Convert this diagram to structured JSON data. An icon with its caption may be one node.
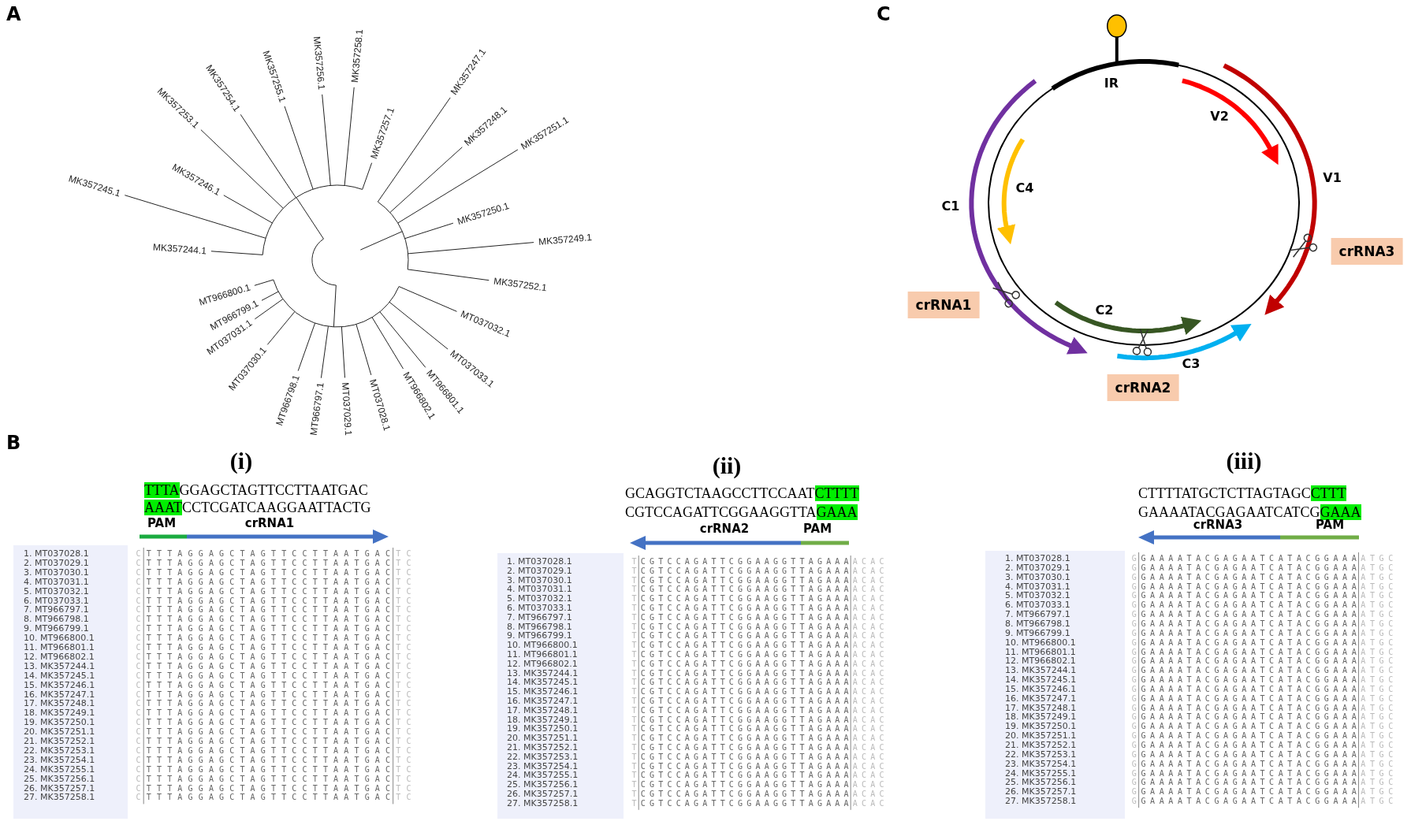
{
  "diagram": {
    "nodes": [
      {
        "text": [
          "crRNA3"
        ]
      },
      {
        "text": [
          "crRNA1"
        ]
      },
      {
        "text": [
          "crRNA2"
        ]
      }
    ],
    "labels": [
      "A",
      "MK357245.1",
      "MK357253.1",
      "MK357254.1",
      "MK357255.1",
      "MK357256.1",
      "MK357258.1",
      "MK357257.1",
      "MK357246.1",
      "MK357244.1",
      "MK357247.1",
      "MK357248.1",
      "MK357251.1",
      "MK357250.1",
      "MK357249.1",
      "MK357252.1",
      "MT966800.1",
      "MT966799.1",
      "MT037031.1",
      "MT037030.1",
      "MT966798.1",
      "MT966797.1",
      "MT037029.1",
      "MT037028.1",
      "MT966802.1",
      "MT966801.1",
      "MT037033.1",
      "MT037032.1",
      "C",
      "IR",
      "V2",
      "V1",
      "C1",
      "C4",
      "C2",
      "C3",
      "B",
      "(i)",
      "TTTAGGAGCTAGTTCCTTAATGAC",
      "AAATCCTCGATCAAGGAATTACTG",
      "PAM",
      "crRNA1",
      "1. MT037028.1",
      "C",
      "TTTAGGAGCTAGTTCCTTAATGAC",
      "TC",
      "2. MT037029.1",
      "C",
      "TTTAGGAGCTAGTTCCTTAATGAC",
      "TC",
      "3. MT037030.1",
      "C",
      "TTTAGGAGCTAGTTCCTTAATGAC",
      "TC",
      "4. MT037031.1",
      "C",
      "TTTAGGAGCTAGTTCCTTAATGAC",
      "TC",
      "5. MT037032.1",
      "C",
      "TTTAGGAGCTAGTTCCTTAATGAC",
      "TC",
      "6. MT037033.1",
      "C",
      "TTTAGGAGCTAGTTCCTTAATGAC",
      "TC",
      "7. MT966797.1",
      "C",
      "TTTAGGAGCTAGTTCCTTAATGAC",
      "TC",
      "8. MT966798.1",
      "C",
      "TTTAGGAGCTAGTTCCTTAATGAC",
      "TC",
      "9. MT966799.1",
      "C",
      "TTTAGGAGCTAGTTCCTTAATGAC",
      "TC",
      "10. MT966800.1",
      "C",
      "TTTAGGAGCTAGTTCCTTAATGAC",
      "TC",
      "11. MT966801.1",
      "C",
      "TTTAGGAGCTAGTTCCTTAATGAC",
      "TC",
      "12. MT966802.1",
      "C",
      "TTTAGGAGCTAGTTCCTTAATGAC",
      "TC",
      "13. MK357244.1",
      "C",
      "TTTAGGAGCTAGTTCCTTAATGAC",
      "TC",
      "14. MK357245.1",
      "C",
      "TTTAGGAGCTAGTTCCTTAATGAC",
      "TC",
      "15. MK357246.1",
      "C",
      "TTTAGGAGCTAGTTCCTTAATGAC",
      "TC",
      "16. MK357247.1",
      "C",
      "TTTAGGAGCTAGTTCCTTAATGAC",
      "TC",
      "17. MK357248.1",
      "C",
      "TTTAGGAGCTAGTTCCTTAATGAC",
      "TC",
      "18. MK357249.1",
      "C",
      "TTTAGGAGCTAGTTCCTTAATGAC",
      "TC",
      "19. MK357250.1",
      "C",
      "TTTAGGAGCTAGTTCCTTAATGAC",
      "TC",
      "20. MK357251.1",
      "C",
      "TTTAGGAGCTAGTTCCTTAATGAC",
      "TC",
      "21. MK357252.1",
      "C",
      "TTTAGGAGCTAGTTCCTTAATGAC",
      "TC",
      "22. MK357253.1",
      "C",
      "TTTAGGAGCTAGTTCCTTAATGAC",
      "TC",
      "23. MK357254.1",
      "C",
      "TTTAGGAGCTAGTTCCTTAATGAC",
      "TC",
      "24. MK357255.1",
      "C",
      "TTTAGGAGCTAGTTCCTTAATGAC",
      "TC",
      "25. MK357256.1",
      "C",
      "TTTAGGAGCTAGTTCCTTAATGAC",
      "TC",
      "26. MK357257.1",
      "C",
      "TTTAGGAGCTAGTTCCTTAATGAC",
      "TC",
      "27. MK357258.1",
      "C",
      "TTTAGGAGCTAGTTCCTTAATGAC",
      "TC",
      "(ii)",
      "GCAGGTCTAAGCCTTCCAATCTTTT",
      "CGTCCAGATTCGGAAGGTTAGAAA",
      "crRNA2",
      "PAM",
      "1. MT037028.1",
      "T",
      "CGTCCAGATTCGGAAGGTTAGAAA",
      "ACAC",
      "2. MT037029.1",
      "T",
      "CGTCCAGATTCGGAAGGTTAGAAA",
      "ACAC",
      "3. MT037030.1",
      "T",
      "CGTCCAGATTCGGAAGGTTAGAAA",
      "ACAC",
      "4. MT037031.1",
      "T",
      "CGTCCAGATTCGGAAGGTTAGAAA",
      "ACAC",
      "5. MT037032.1",
      "T",
      "CGTCCAGATTCGGAAGGTTAGAAA",
      "ACAC",
      "6. MT037033.1",
      "T",
      "CGTCCAGATTCGGAAGGTTAGAAA",
      "ACAC",
      "7. MT966797.1",
      "T",
      "CGTCCAGATTCGGAAGGTTAGAAA",
      "ACAC",
      "8. MT966798.1",
      "T",
      "CGTCCAGATTCGGAAGGTTAGAAA",
      "ACAC",
      "9. MT966799.1",
      "T",
      "CGTCCAGATTCGGAAGGTTAGAAA",
      "ACAC",
      "10. MT966800.1",
      "T",
      "CGTCCAGATTCGGAAGGTTAGAAA",
      "ACAC",
      "11. MT966801.1",
      "T",
      "CGTCCAGATTCGGAAGGTTAGAAA",
      "ACAC",
      "12. MT966802.1",
      "T",
      "CGTCCAGATTCGGAAGGTTAGAAA",
      "ACAC",
      "13. MK357244.1",
      "T",
      "CGTCCAGATTCGGAAGGTTAGAAA",
      "ACAC",
      "14. MK357245.1",
      "T",
      "CGTCCAGATTCGGAAGGTTAGAAA",
      "ACAC",
      "15. MK357246.1",
      "T",
      "CGTCCAGATTCGGAAGGTTAGAAA",
      "ACAC",
      "16. MK357247.1",
      "T",
      "CGTCCAGATTCGGAAGGTTAGAAA",
      "ACAC",
      "17. MK357248.1",
      "T",
      "CGTCCAGATTCGGAAGGTTAGAAA",
      "ACAC",
      "18. MK357249.1",
      "T",
      "CGTCCAGATTCGGAAGGTTAGAAA",
      "ACAC",
      "19. MK357250.1",
      "T",
      "CGTCCAGATTCGGAAGGTTAGAAA",
      "ACAC",
      "20. MK357251.1",
      "T",
      "CGTCCAGATTCGGAAGGTTAGAAA",
      "ACAC",
      "21. MK357252.1",
      "T",
      "CGTCCAGATTCGGAAGGTTAGAAA",
      "ACAC",
      "22. MK357253.1",
      "T",
      "CGTCCAGATTCGGAAGGTTAGAAA",
      "ACAC",
      "23. MK357254.1",
      "T",
      "CGTCCAGATTCGGAAGGTTAGAAA",
      "ACAC",
      "24. MK357255.1",
      "T",
      "CGTCCAGATTCGGAAGGTTAGAAA",
      "ACAC",
      "25. MK357256.1",
      "T",
      "CGTCCAGATTCGGAAGGTTAGAAA",
      "ACAC",
      "26. MK357257.1",
      "T",
      "CGTCCAGATTCGGAAGGTTAGAAA",
      "ACAC",
      "27. MK357258.1",
      "T",
      "CGTCCAGATTCGGAAGGTTAGAAA",
      "ACAC",
      "(iii)",
      "CTTTTATGCTCTTAGTAGCCTTT",
      "GAAAATACGAGAATCATCGGAAA",
      "crRNA3",
      "PAM",
      "1. MT037028.1",
      "G",
      "GAAAATACGAGAATCATACGGAAA",
      "ATGC",
      "2. MT037029.1",
      "G",
      "GAAAATACGAGAATCATACGGAAA",
      "ATGC",
      "3. MT037030.1",
      "G",
      "GAAAATACGAGAATCATACGGAAA",
      "ATGC",
      "4. MT037031.1",
      "G",
      "GAAAATACGAGAATCATACGGAAA",
      "ATGC",
      "5. MT037032.1",
      "G",
      "GAAAATACGAGAATCATACGGAAA",
      "ATGC",
      "6. MT037033.1",
      "G",
      "GAAAATACGAGAATCATACGGAAA",
      "ATGC",
      "7. MT966797.1",
      "G",
      "GAAAATACGAGAATCATACGGAAA",
      "ATGC",
      "8. MT966798.1",
      "G",
      "GAAAATACGAGAATCATACGGAAA",
      "ATGC",
      "9. MT966799.1",
      "G",
      "GAAAATACGAGAATCATACGGAAA",
      "ATGC",
      "10. MT966800.1",
      "G",
      "GAAAATACGAGAATCATACGGAAA",
      "ATGC",
      "11. MT966801.1",
      "G",
      "GAAAATACGAGAATCATACGGAAA",
      "ATGC",
      "12. MT966802.1",
      "G",
      "GAAAATACGAGAATCATACGGAAA",
      "ATGC",
      "13. MK357244.1",
      "G",
      "GAAAATACGAGAATCATACGGAAA",
      "ATGC",
      "14. MK357245.1",
      "G",
      "GAAAATACGAGAATCATACGGAAA",
      "ATGC",
      "15. MK357246.1",
      "G",
      "GAAAATACGAGAATCATACGGAAA",
      "ATGC",
      "16. MK357247.1",
      "G",
      "GAAAATACGAGAATCATACGGAAA",
      "ATGC",
      "17. MK357248.1",
      "G",
      "GAAAATACGAGAATCATACGGAAA",
      "ATGC",
      "18. MK357249.1",
      "G",
      "GAAAATACGAGAATCATACGGAAA",
      "ATGC",
      "19. MK357250.1",
      "G",
      "GAAAATACGAGAATCATACGGAAA",
      "ATGC",
      "20. MK357251.1",
      "G",
      "GAAAATACGAGAATCATACGGAAA",
      "ATGC",
      "21. MK357252.1",
      "G",
      "GAAAATACGAGAATCATACGGAAA",
      "ATGC",
      "22. MK357253.1",
      "G",
      "GAAAATACGAGAATCATACGGAAA",
      "ATGC",
      "23. MK357254.1",
      "G",
      "GAAAATACGAGAATCATACGGAAA",
      "ATGC",
      "24. MK357255.1",
      "G",
      "GAAAATACGAGAATCATACGGAAA",
      "ATGC",
      "25. MK357256.1",
      "G",
      "GAAAATACGAGAATCATACGGAAA",
      "ATGC",
      "26. MK357257.1",
      "G",
      "GAAAATACGAGAATCATACGGAAA",
      "ATGC",
      "27. MK357258.1",
      "G",
      "GAAAATACGAGAATCATACGGAAA",
      "ATGC"
    ]
  }
}
